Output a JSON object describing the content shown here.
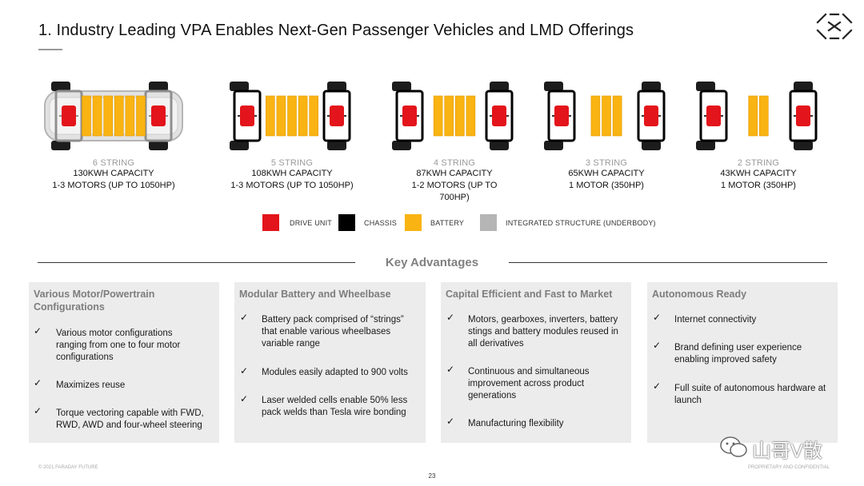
{
  "title": "1. Industry Leading VPA Enables Next-Gen Passenger Vehicles and LMD Offerings",
  "colors": {
    "drive_unit": "#e3141b",
    "chassis": "#000000",
    "battery": "#f9b312",
    "structure": "#b5b5b5",
    "box_bg": "#ececec",
    "heading_gray": "#7d7d7d"
  },
  "variants": [
    {
      "string": "6 STRING",
      "capacity": "130KWH CAPACITY",
      "motors": "1-3 MOTORS (UP TO 1050HP)",
      "cells": 6
    },
    {
      "string": "5 STRING",
      "capacity": "108KWH CAPACITY",
      "motors": "1-3 MOTORS (UP TO 1050HP)",
      "cells": 5
    },
    {
      "string": "4 STRING",
      "capacity": "87KWH CAPACITY",
      "motors": "1-2 MOTORS (UP TO 700HP)",
      "cells": 4
    },
    {
      "string": "3 STRING",
      "capacity": "65KWH CAPACITY",
      "motors": "1 MOTOR (350HP)",
      "cells": 3
    },
    {
      "string": "2 STRING",
      "capacity": "43KWH CAPACITY",
      "motors": "1 MOTOR (350HP)",
      "cells": 2
    }
  ],
  "legend": [
    {
      "label": "DRIVE UNIT",
      "color": "#e3141b"
    },
    {
      "label": "CHASSIS",
      "color": "#000000"
    },
    {
      "label": "BATTERY",
      "color": "#f9b312"
    },
    {
      "label": "INTEGRATED STRUCTURE (UNDERBODY)",
      "color": "#b5b5b5"
    }
  ],
  "key_advantages_title": "Key Advantages",
  "boxes": [
    {
      "heading": "Various Motor/Powertrain Configurations",
      "items": [
        "Various motor configurations ranging from one to four motor configurations",
        "Maximizes reuse",
        "Torque vectoring capable with FWD, RWD, AWD and four-wheel steering"
      ]
    },
    {
      "heading": "Modular Battery and Wheelbase",
      "items": [
        "Battery pack comprised of “strings” that enable various wheelbases variable range",
        "Modules easily adapted to 900 volts",
        "Laser welded cells enable 50% less pack welds than Tesla wire bonding"
      ]
    },
    {
      "heading": "Capital Efficient and Fast to Market",
      "items": [
        "Motors, gearboxes, inverters, battery stings and battery modules reused in all derivatives",
        "Continuous and simultaneous improvement across product generations",
        "Manufacturing flexibility"
      ]
    },
    {
      "heading": "Autonomous Ready",
      "items": [
        "Internet connectivity",
        "Brand defining user experience enabling improved safety",
        "Full suite of autonomous hardware at launch"
      ]
    }
  ],
  "check_glyph": "✓",
  "footer_left": "© 2021 FARADAY FUTURE",
  "footer_right": "PROPRIETARY AND CONFIDENTIAL",
  "page_number": "23",
  "watermark": "山哥V散"
}
